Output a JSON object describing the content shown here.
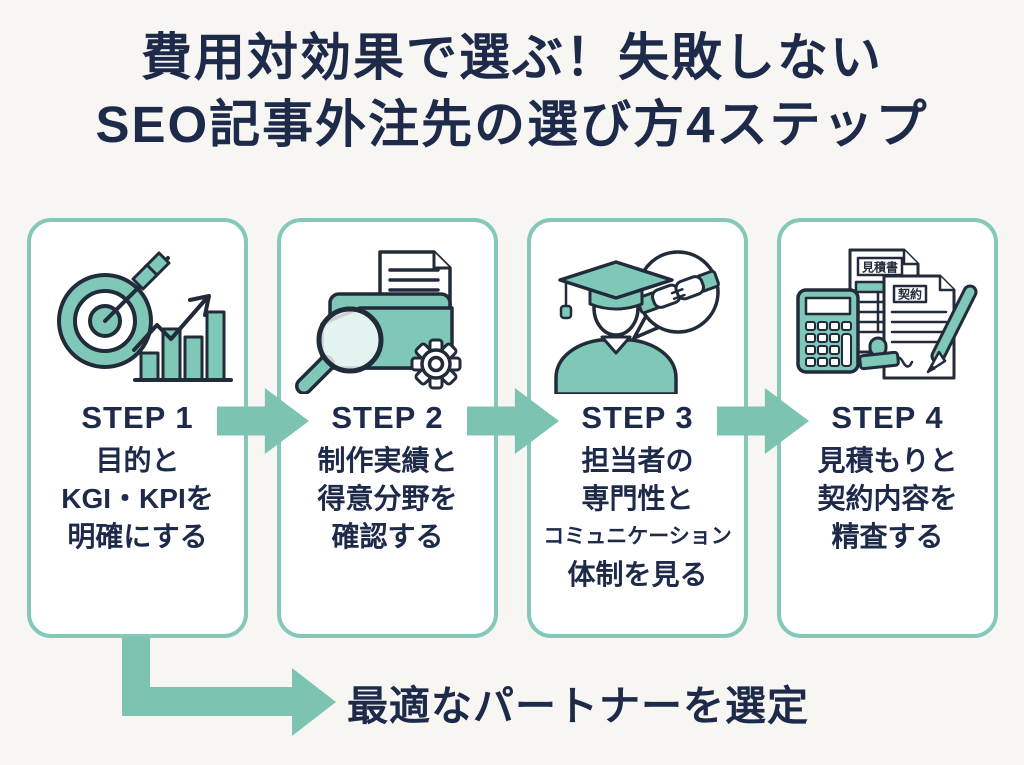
{
  "title": {
    "line1": "費用対効果で選ぶ！失敗しない",
    "line2": "SEO記事外注先の選び方4ステップ"
  },
  "steps": [
    {
      "label": "STEP 1",
      "icon": "target-growth-chart-icon",
      "lines": [
        "目的と",
        "KGI・KPIを",
        "明確にする"
      ]
    },
    {
      "label": "STEP 2",
      "icon": "portfolio-search-folder-icon",
      "lines": [
        "制作実績と",
        "得意分野を",
        "確認する"
      ]
    },
    {
      "label": "STEP 3",
      "icon": "graduate-handshake-bubble-icon",
      "lines": [
        "担当者の",
        "専門性と",
        "コミュニケーション",
        "体制を見る"
      ]
    },
    {
      "label": "STEP 4",
      "icon": "calculator-contract-icon",
      "lines": [
        "見積もりと",
        "契約内容を",
        "精査する"
      ]
    }
  ],
  "icon_labels": {
    "estimate_doc": "見積書",
    "contract_doc": "契約"
  },
  "conclusion": {
    "label": "最適なパートナーを選定"
  },
  "colors": {
    "teal": "#7cc3b2",
    "card_border": "#85c8ba",
    "icon_fill": "#7fc8b8",
    "navy": "#1e2a4a",
    "outline": "#222b3a",
    "background": "#f8f6f3"
  }
}
